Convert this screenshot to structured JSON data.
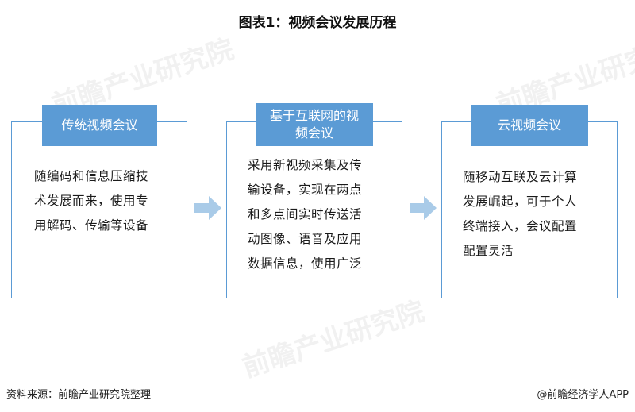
{
  "title": "图表1：视频会议发展历程",
  "stages": [
    {
      "header_lines": [
        "传统视频会议"
      ],
      "body_lines": [
        "随编码和信息压缩技",
        "术发展而来，使用专",
        "用解码、传输等设备"
      ]
    },
    {
      "header_lines": [
        "基于互联网的视",
        "频会议"
      ],
      "body_lines": [
        "采用新视频采集及传",
        "输设备，实现在两点",
        "和多点间实时传送活",
        "动图像、语音及应用",
        "数据信息，使用广泛"
      ]
    },
    {
      "header_lines": [
        "云视频会议"
      ],
      "body_lines": [
        "随移动互联及云计算",
        "发展崛起，可于个人",
        "终端接入，会议配置",
        "配置灵活"
      ]
    }
  ],
  "footer": {
    "source": "资料来源：前瞻产业研究院整理",
    "credit": "@前瞻经济学人APP"
  },
  "watermark": "前瞻产业研究院",
  "colors": {
    "accent": "#5b9bd5",
    "arrow": "#a9cbe8"
  }
}
